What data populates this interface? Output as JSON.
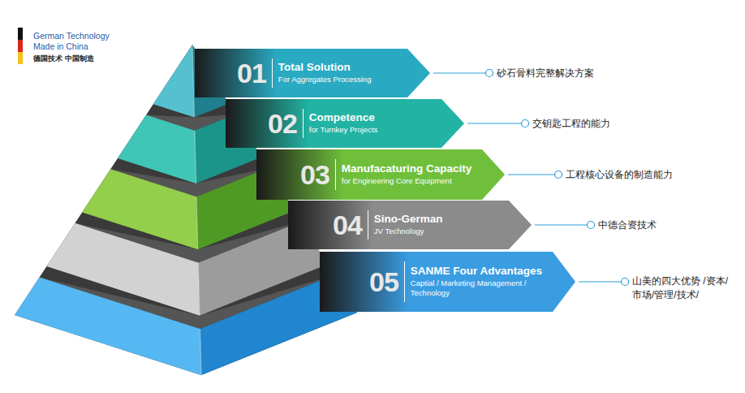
{
  "diagram": {
    "nodes": [
      {
        "text": [
          "01",
          "Total Solution",
          "For Aggregates Processing"
        ]
      },
      {
        "text": [
          "02",
          "Competence",
          "for Turnkey Projects"
        ]
      },
      {
        "text": [
          "03",
          "Manufacaturing Capacity",
          "for Engineering Core Equipment"
        ]
      },
      {
        "text": [
          "04",
          "Sino-German",
          "JV Technology"
        ]
      },
      {
        "text": [
          "05",
          "SANME Four Advantages",
          "Captial / Marketing Management / Technology"
        ]
      }
    ],
    "labels": [
      "German Technology Made in China",
      "德国技术 中国制造",
      "砂石骨料完整解决方案",
      "交钥匙工程的能力",
      "工程核心设备的制造能力",
      "中德合资技术",
      "山美的四大优势 /资本/市场/管理/技术/"
    ]
  }
}
